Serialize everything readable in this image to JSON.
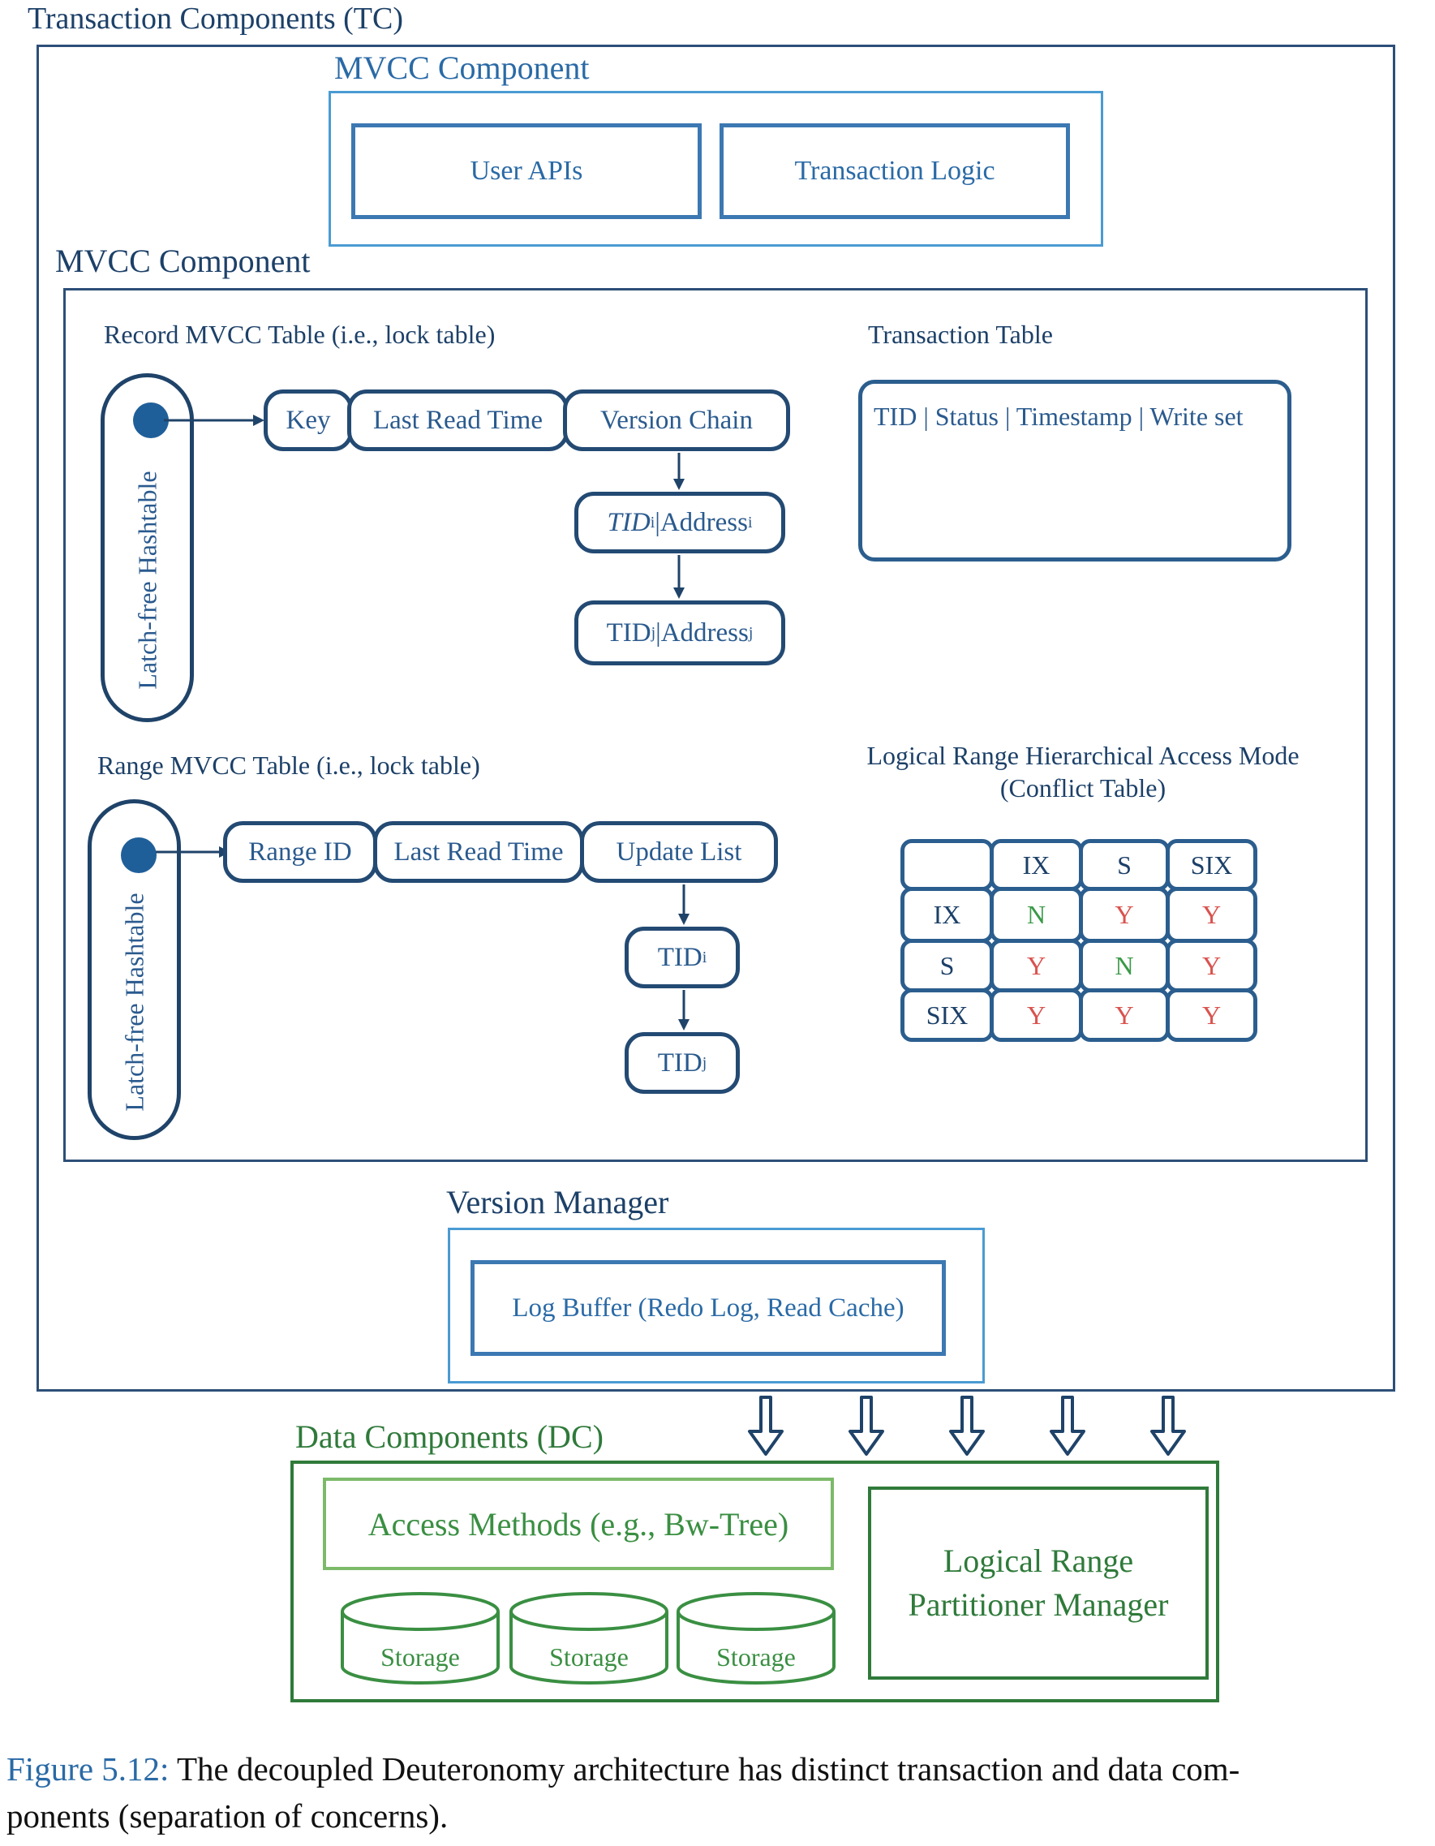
{
  "tc": {
    "title": "Transaction Components (TC)",
    "mvcc_top": {
      "title": "MVCC Component",
      "user_apis": "User APIs",
      "transaction_logic": "Transaction Logic"
    },
    "mvcc_main": {
      "title": "MVCC Component",
      "record_table": {
        "title": "Record MVCC Table (i.e., lock table)",
        "hashtable_label": "Latch-free Hashtable",
        "cells": [
          "Key",
          "Last Read Time",
          "Version Chain"
        ],
        "chain": [
          {
            "tid": "TID",
            "tid_sub": "i",
            "sep": "| ",
            "addr": "Address",
            "addr_sub": "i"
          },
          {
            "tid": "TID",
            "tid_sub": "j",
            "sep": "| ",
            "addr": "Address",
            "addr_sub": "j"
          }
        ]
      },
      "transaction_table": {
        "title": "Transaction Table",
        "columns": "TID | Status | Timestamp | Write set"
      },
      "range_table": {
        "title": "Range MVCC Table (i.e., lock table)",
        "hashtable_label": "Latch-free Hashtable",
        "cells": [
          "Range ID",
          "Last Read Time",
          "Update List"
        ],
        "chain": [
          {
            "tid": "TID",
            "tid_sub": "i"
          },
          {
            "tid": "TID",
            "tid_sub": "j"
          }
        ]
      },
      "conflict_table": {
        "title_line1": "Logical Range Hierarchical Access Mode",
        "title_line2": "(Conflict Table)",
        "header": [
          "",
          "IX",
          "S",
          "SIX"
        ],
        "rows": [
          {
            "label": "IX",
            "values": [
              "N",
              "Y",
              "Y"
            ]
          },
          {
            "label": "S",
            "values": [
              "Y",
              "N",
              "Y"
            ]
          },
          {
            "label": "SIX",
            "values": [
              "Y",
              "Y",
              "Y"
            ]
          }
        ],
        "colors": {
          "Y": "#d9534f",
          "N": "#3a9a48"
        }
      }
    },
    "version_manager": {
      "title": "Version Manager",
      "log_buffer": "Log Buffer (Redo Log, Read Cache)"
    }
  },
  "dc": {
    "title": "Data Components (DC)",
    "access_methods": "Access Methods (e.g., Bw-Tree)",
    "storage": [
      "Storage",
      "Storage",
      "Storage"
    ],
    "partitioner_line1": "Logical Range",
    "partitioner_line2": "Partitioner Manager",
    "arrow_count": 5
  },
  "caption": {
    "label": "Figure 5.12:",
    "line1": "The decoupled Deuteronomy architecture has distinct transaction and data com-",
    "line2": "ponents (separation of concerns)."
  }
}
